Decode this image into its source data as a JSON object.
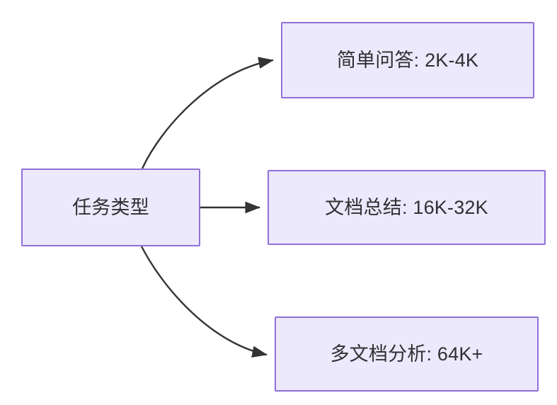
{
  "diagram": {
    "type": "flowchart",
    "orientation": "left-to-right",
    "background_color": "#ffffff",
    "node_fill_color": "#ebe9fb",
    "node_border_color": "#9070d8",
    "node_text_color": "#2f3033",
    "edge_color": "#333333",
    "nodes": [
      {
        "id": "source",
        "label": "任务类型",
        "role": "root"
      },
      {
        "id": "simple",
        "label": "简单问答: 2K-4K",
        "role": "leaf"
      },
      {
        "id": "doc",
        "label": "文档总结: 16K-32K",
        "role": "leaf"
      },
      {
        "id": "multidoc",
        "label": "多文档分析: 64K+",
        "role": "leaf"
      }
    ],
    "edges": [
      {
        "id": "edge-source-simple",
        "from": "source",
        "to": "simple",
        "label": "",
        "style": "curved-arrow"
      },
      {
        "id": "edge-source-doc",
        "from": "source",
        "to": "doc",
        "label": "",
        "style": "straight-arrow"
      },
      {
        "id": "edge-source-multidoc",
        "from": "source",
        "to": "multidoc",
        "label": "",
        "style": "curved-arrow"
      }
    ]
  }
}
